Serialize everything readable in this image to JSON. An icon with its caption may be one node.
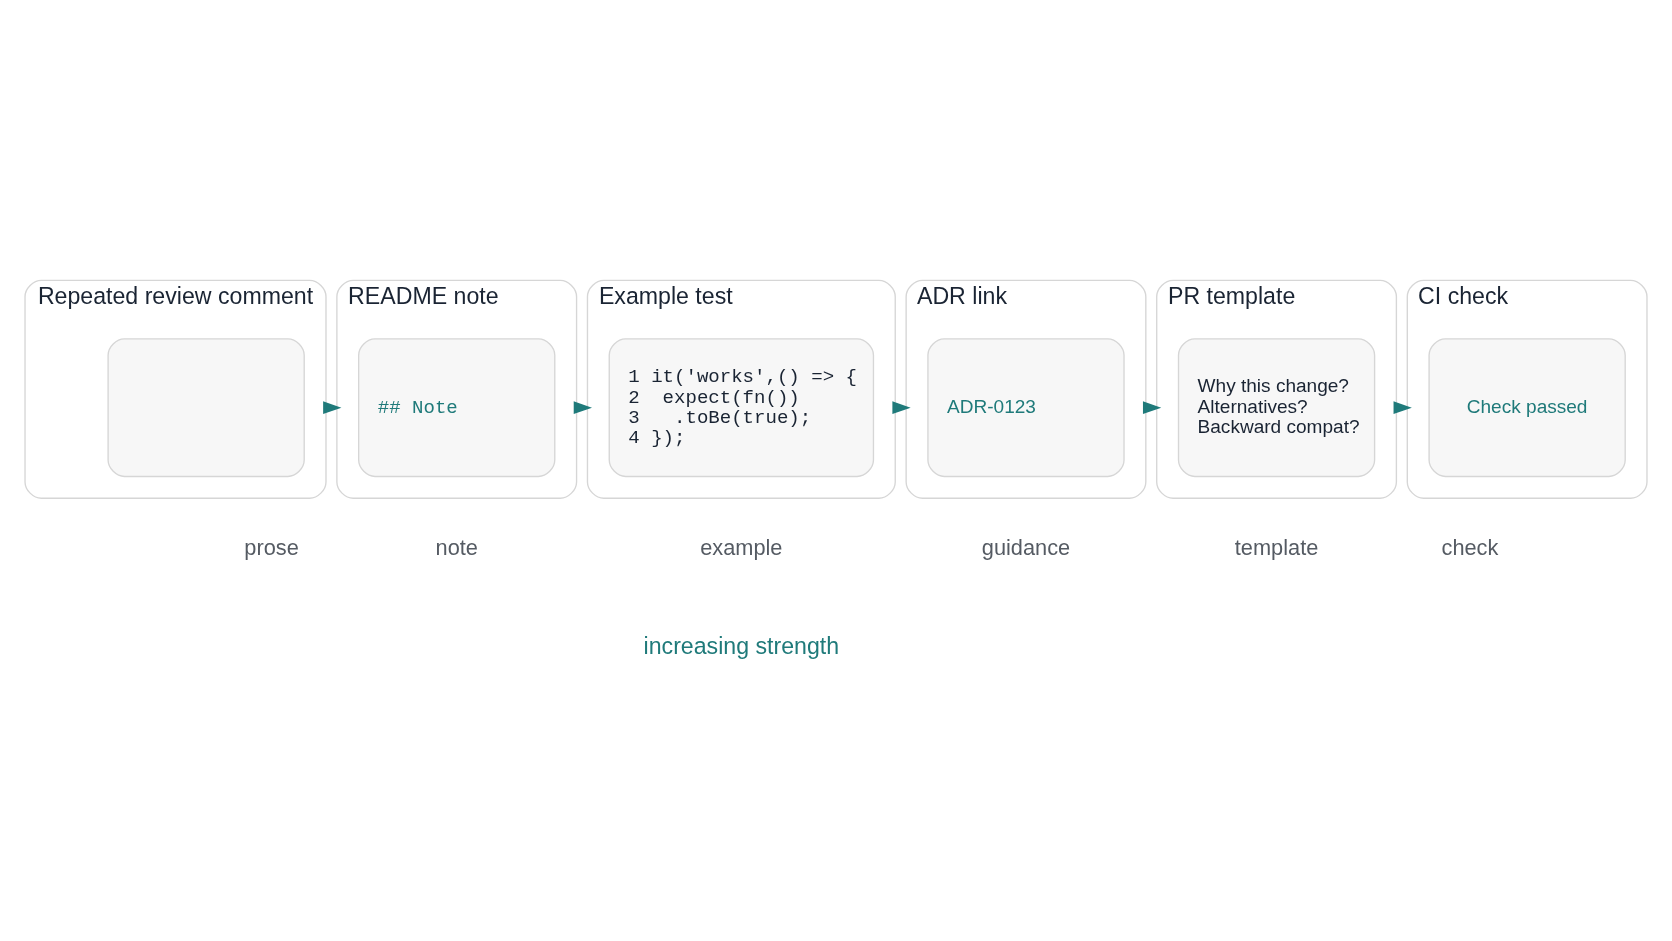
{
  "diagram": {
    "nodes": [
      {
        "text": [
          "Repeated review comment"
        ]
      },
      {
        "text": [],
        "shape": "box",
        "in": 0
      },
      {
        "text": [
          "README note"
        ]
      },
      {
        "text": [
          "## Note"
        ],
        "in": 2
      },
      {
        "text": [
          "Example test"
        ]
      },
      {
        "text": [
          "1 it('works',() => {",
          "2  expect(fn())",
          "3   .toBe(true);",
          "4 });"
        ],
        "in": 4
      },
      {
        "text": [
          "ADR link"
        ]
      },
      {
        "text": [
          "ADR-0123"
        ],
        "in": 6
      },
      {
        "text": [
          "PR template"
        ]
      },
      {
        "text": [
          "Why this change?",
          "Alternatives?",
          "Backward compat?"
        ],
        "in": 8
      },
      {
        "text": [
          "CI check"
        ]
      },
      {
        "text": [
          "Check passed"
        ],
        "in": 10
      }
    ],
    "edges": [
      {
        "from": 0,
        "to": 2,
        "arrow": "to"
      },
      {
        "from": 2,
        "to": 4,
        "arrow": "to"
      },
      {
        "from": 4,
        "to": 6,
        "arrow": "to"
      },
      {
        "from": 6,
        "to": 8,
        "arrow": "to"
      },
      {
        "from": 8,
        "to": 10,
        "arrow": "to"
      }
    ],
    "labels": [
      "prose",
      "note",
      "example",
      "guidance",
      "template",
      "check",
      "increasing strength"
    ]
  }
}
